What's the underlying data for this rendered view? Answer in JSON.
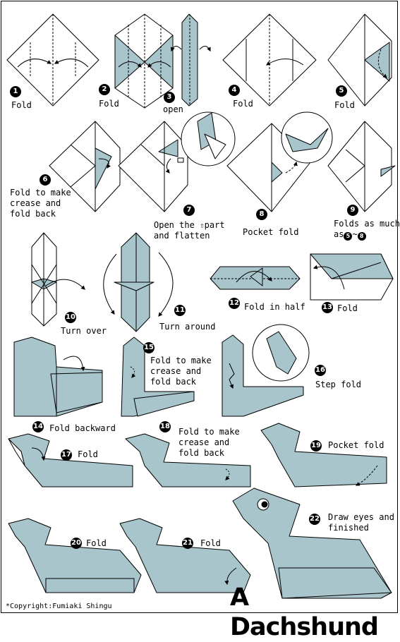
{
  "title": "A Dachshund",
  "copyright": "*Copyright:Fumiaki Shingu",
  "colors": {
    "paper": "#a8c5cc",
    "line": "#000000",
    "background": "#ffffff"
  },
  "steps": [
    {
      "number": "1",
      "label": "Fold"
    },
    {
      "number": "2",
      "label": "Fold"
    },
    {
      "number": "3",
      "label": "open"
    },
    {
      "number": "4",
      "label": "Fold"
    },
    {
      "number": "5",
      "label": "Fold"
    },
    {
      "number": "6",
      "label": "Fold to make\ncrease and\nfold back"
    },
    {
      "number": "7",
      "label_before": "Open the",
      "label_after": "part",
      "label_line2": "and flatten",
      "icon": "up-arrow-outline-icon"
    },
    {
      "number": "8",
      "label": "Pocket fold"
    },
    {
      "number": "9",
      "label": "Folds as much",
      "label_line2_prefix": "as",
      "range_start": "5",
      "range_sep": "~",
      "range_end": "8"
    },
    {
      "number": "10",
      "label": "Turn over"
    },
    {
      "number": "11",
      "label": "Turn around"
    },
    {
      "number": "12",
      "label": "Fold in half"
    },
    {
      "number": "13",
      "label": "Fold"
    },
    {
      "number": "14",
      "label": "Fold backward"
    },
    {
      "number": "15",
      "label": "Fold to make\ncrease and\nfold back"
    },
    {
      "number": "16",
      "label": "Step fold"
    },
    {
      "number": "17",
      "label": "Fold"
    },
    {
      "number": "18",
      "label": "Fold to make\ncrease and\nfold back"
    },
    {
      "number": "19",
      "label": "Pocket fold"
    },
    {
      "number": "20",
      "label": "Fold"
    },
    {
      "number": "21",
      "label": "Fold"
    },
    {
      "number": "22",
      "label": "Draw eyes and\nfinished"
    }
  ]
}
